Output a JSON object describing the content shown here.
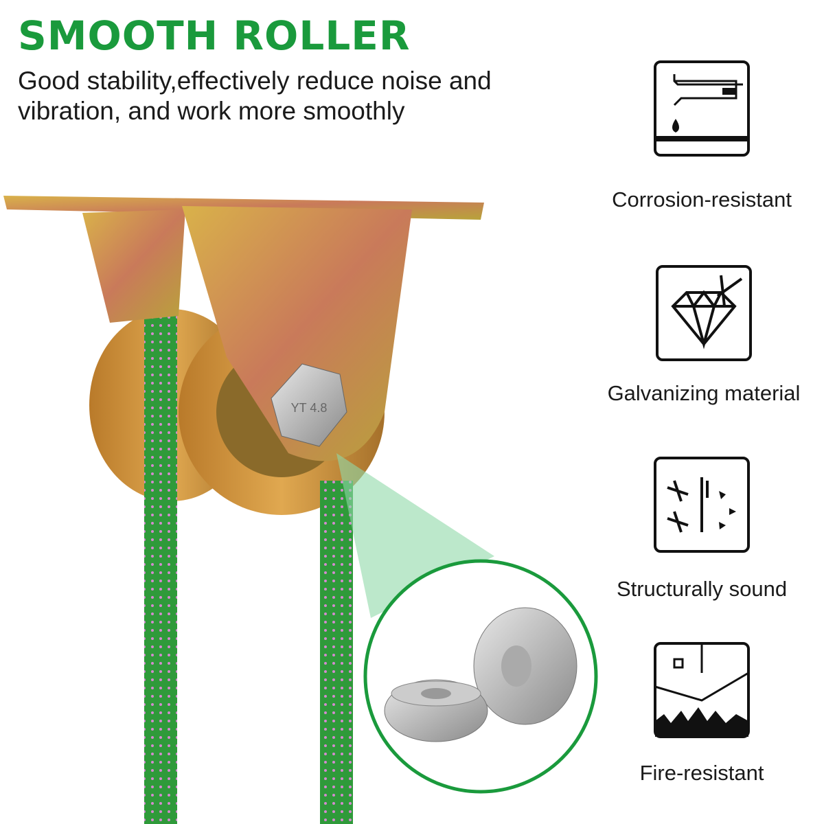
{
  "header": {
    "title": "SMOOTH ROLLER",
    "subtitle": "Good stability,effectively reduce noise and vibration, and work more smoothly"
  },
  "features": [
    {
      "label": "Corrosion-resistant",
      "icon": "corrosion-icon"
    },
    {
      "label": "Galvanizing material",
      "icon": "diamond-icon"
    },
    {
      "label": "Structurally sound",
      "icon": "structure-icon"
    },
    {
      "label": "Fire-resistant",
      "icon": "fire-icon"
    }
  ],
  "product": {
    "bolt_marking": "YT 4.8"
  },
  "colors": {
    "accent": "#1a9a3c",
    "rope": "#2f9a3a",
    "metal": "#c9a24a"
  }
}
